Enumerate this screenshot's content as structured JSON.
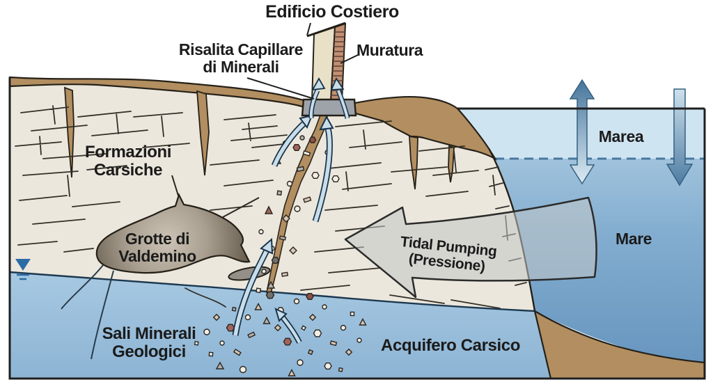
{
  "labels": {
    "building": "Edificio Costiero",
    "capillary_rise": [
      "Risalita Capillare",
      "di Minerali"
    ],
    "masonry": "Muratura",
    "tide": "Marea",
    "karst_formations": [
      "Formazioni",
      "Carsiche"
    ],
    "cave": [
      "Grotte di",
      "Valdemino"
    ],
    "tidal_pumping": [
      "Tidal Pumping",
      "(Pressione)"
    ],
    "sea": "Mare",
    "mineral_salts": [
      "Sali Minerali",
      "Geologici"
    ],
    "aquifer": "Acquifero Carsico"
  },
  "colors": {
    "rock": "#ebe7dc",
    "soil": "#b28e60",
    "sea_high_tide_band": "#cfe4f1",
    "sea_deep": "#6f9ec5",
    "aquifer_top": "#a7c9e2",
    "cave_dark": "#6b6152",
    "foundation": "#9da3a8",
    "wall_plaster": "#e9e0c8",
    "brick": "#c18f72",
    "capillary_arrow_fill": "#c9dde9",
    "capillary_arrow_outline": "#16324a",
    "tide_arrow_dark": "#46759c",
    "outline": "#242018",
    "label_text": "#1b1b1b",
    "water_table_mark": "#2b6ca5"
  }
}
